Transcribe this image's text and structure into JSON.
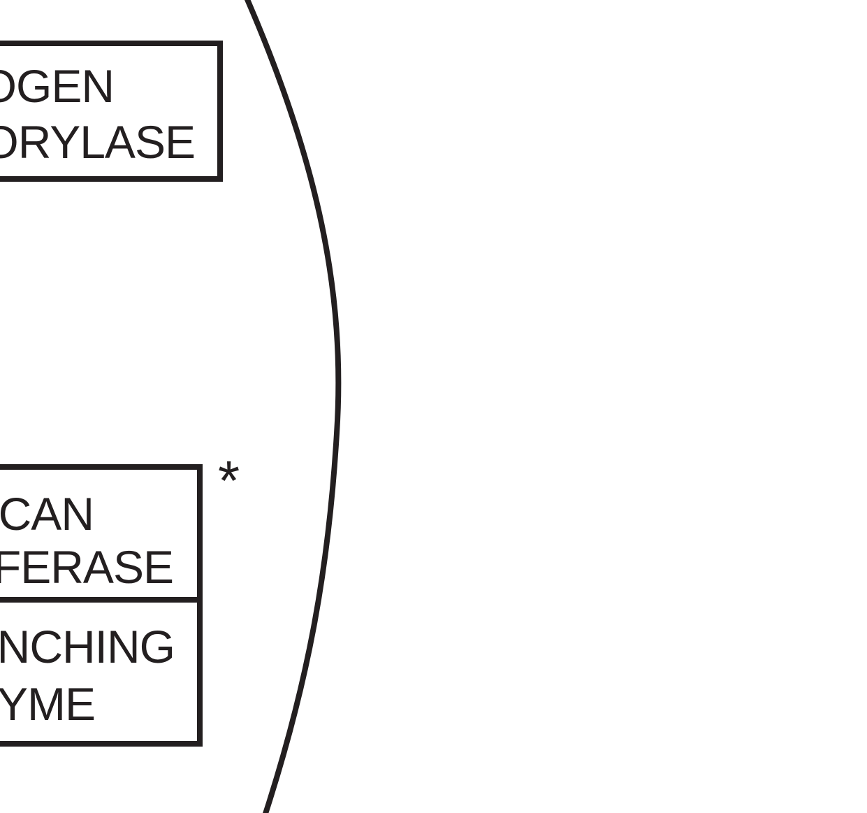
{
  "diagram": {
    "boxes": [
      {
        "id": "phosphorylase",
        "lines": [
          "OGEN",
          "ORYLASE"
        ]
      },
      {
        "id": "transferase",
        "lines": [
          "CAN",
          "FERASE"
        ]
      },
      {
        "id": "branching",
        "lines": [
          "NCHING",
          "YME"
        ]
      }
    ],
    "marker": "*",
    "colors": {
      "ink": "#231f20",
      "background": "#ffffff"
    }
  }
}
